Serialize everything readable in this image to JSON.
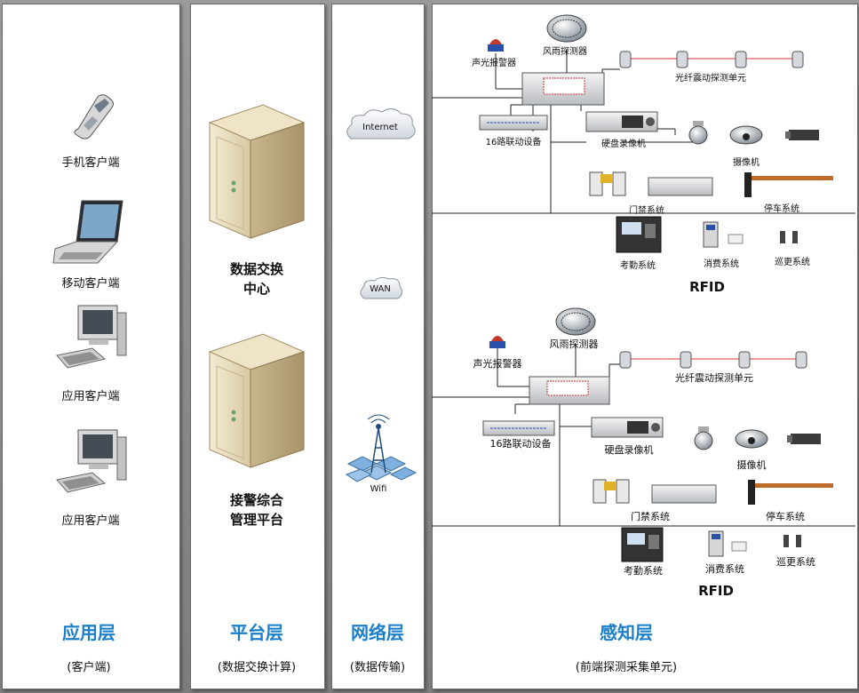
{
  "columns": {
    "application": {
      "title": "应用层",
      "subtitle": "(客户端)"
    },
    "platform": {
      "title": "平台层",
      "subtitle": "(数据交换计算)"
    },
    "network": {
      "title": "网络层",
      "subtitle": "(数据传输)"
    },
    "perception": {
      "title": "感知层",
      "subtitle": "(前端探测采集单元)"
    }
  },
  "clients": [
    "手机客户端",
    "移动客户端",
    "应用客户端",
    "应用客户端"
  ],
  "servers": {
    "exchange": [
      "数据交换",
      "中心"
    ],
    "alarm": [
      "接警综合",
      "管理平台"
    ]
  },
  "network": {
    "internet": "Internet",
    "wan": "WAN",
    "wifi": "Wifi"
  },
  "unit_top": {
    "alarm": "声光报警器",
    "weather": "风雨探测器",
    "fiber": "光纤震动探测单元",
    "linkage": "16路联动设备",
    "dvr": "硬盘录像机",
    "camera": "摄像机",
    "access": "门禁系统",
    "parking": "停车系统",
    "attendance": "考勤系统",
    "consume": "消费系统",
    "patrol": "巡更系统",
    "rfid": "RFID"
  },
  "unit_bottom": {
    "alarm": "声光报警器",
    "weather": "风雨探测器",
    "fiber": "光纤震动探测单元",
    "linkage": "16路联动设备",
    "dvr": "硬盘录像机",
    "camera": "摄像机",
    "access": "门禁系统",
    "parking": "停车系统",
    "attendance": "考勤系统",
    "consume": "消费系统",
    "patrol": "巡更系统",
    "rfid": "RFID"
  },
  "colors": {
    "accent": "#1a7fc8",
    "server": "#e8dcc0",
    "fiber_link": "#e03030"
  }
}
